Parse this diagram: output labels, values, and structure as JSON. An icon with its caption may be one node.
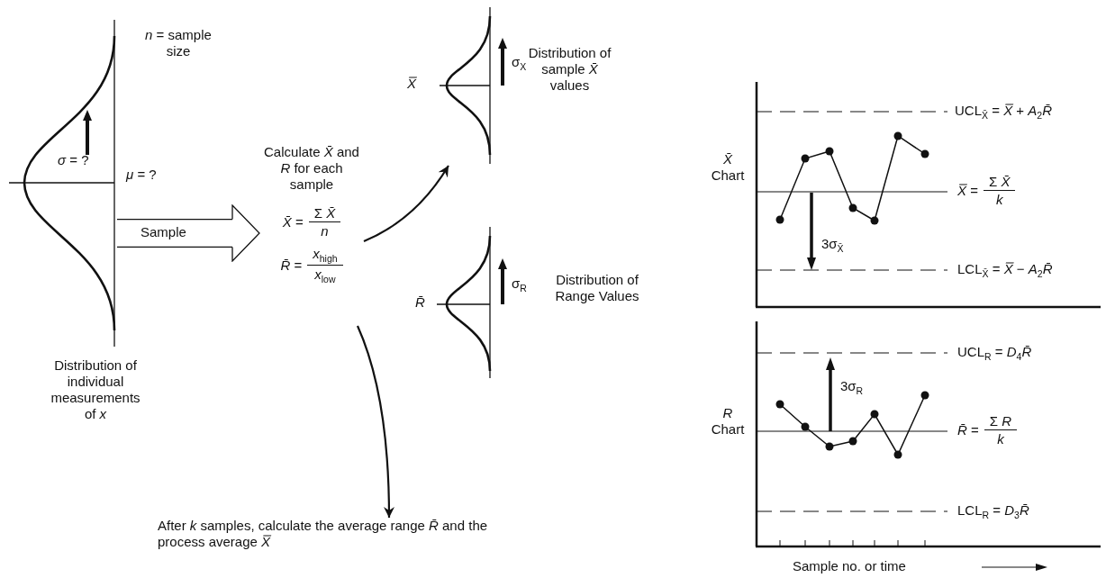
{
  "diagram": {
    "nodes": [
      {
        "text": [],
        "shape": "picture",
        "beside": [
          "Distribution of individual measurements of *x*"
        ]
      },
      {
        "text": [
          "Calculate *X̄* and *R* for each sample",
          "*X̄* =",
          "Σ *X̄*",
          "*n*",
          "*R̄* =",
          "*x*$_{high}$",
          "*x*$_{low}$"
        ]
      },
      {
        "text": [],
        "shape": "picture",
        "beside": [
          "Distribution of sample *X̄* values"
        ]
      },
      {
        "text": [],
        "shape": "picture",
        "beside": [
          "Distribution of Range Values"
        ]
      },
      {
        "text": [
          "After *k* samples, calculate the average range *R̄* and the process average *X̿*"
        ]
      }
    ],
    "edges": [
      {
        "from": 0,
        "to": 1,
        "arrow": "to",
        "label": "Sample",
        "style": "thick"
      },
      {
        "from": 1,
        "to": 2,
        "arrow": "to"
      },
      {
        "from": 1,
        "to": 4,
        "arrow": "to"
      }
    ],
    "labels": [
      "*n* = sample size",
      "*σ* = ?",
      "*μ* = ?",
      "X̿",
      "σ$_{X}$",
      "R̄",
      "σ$_{R}$",
      "*X̄* Chart",
      "UCL$_{X̄}$ = *X̿* + *A*$_{2}$*R̄*",
      "*X̿* =",
      "Σ *X̄*",
      "*k*",
      "3σ$_{X̄}$",
      "LCL$_{X̄}$ = *X̿* − *A*$_{2}$*R̄*",
      "*R* Chart",
      "UCL$_{R}$ = *D*$_{4}$*R̄*",
      "3σ$_{R}$",
      "*R̄* =",
      "Σ *R*",
      "*k*",
      "LCL$_{R}$ = *D*$_{3}$*R̄*",
      "Sample no. or time"
    ]
  }
}
